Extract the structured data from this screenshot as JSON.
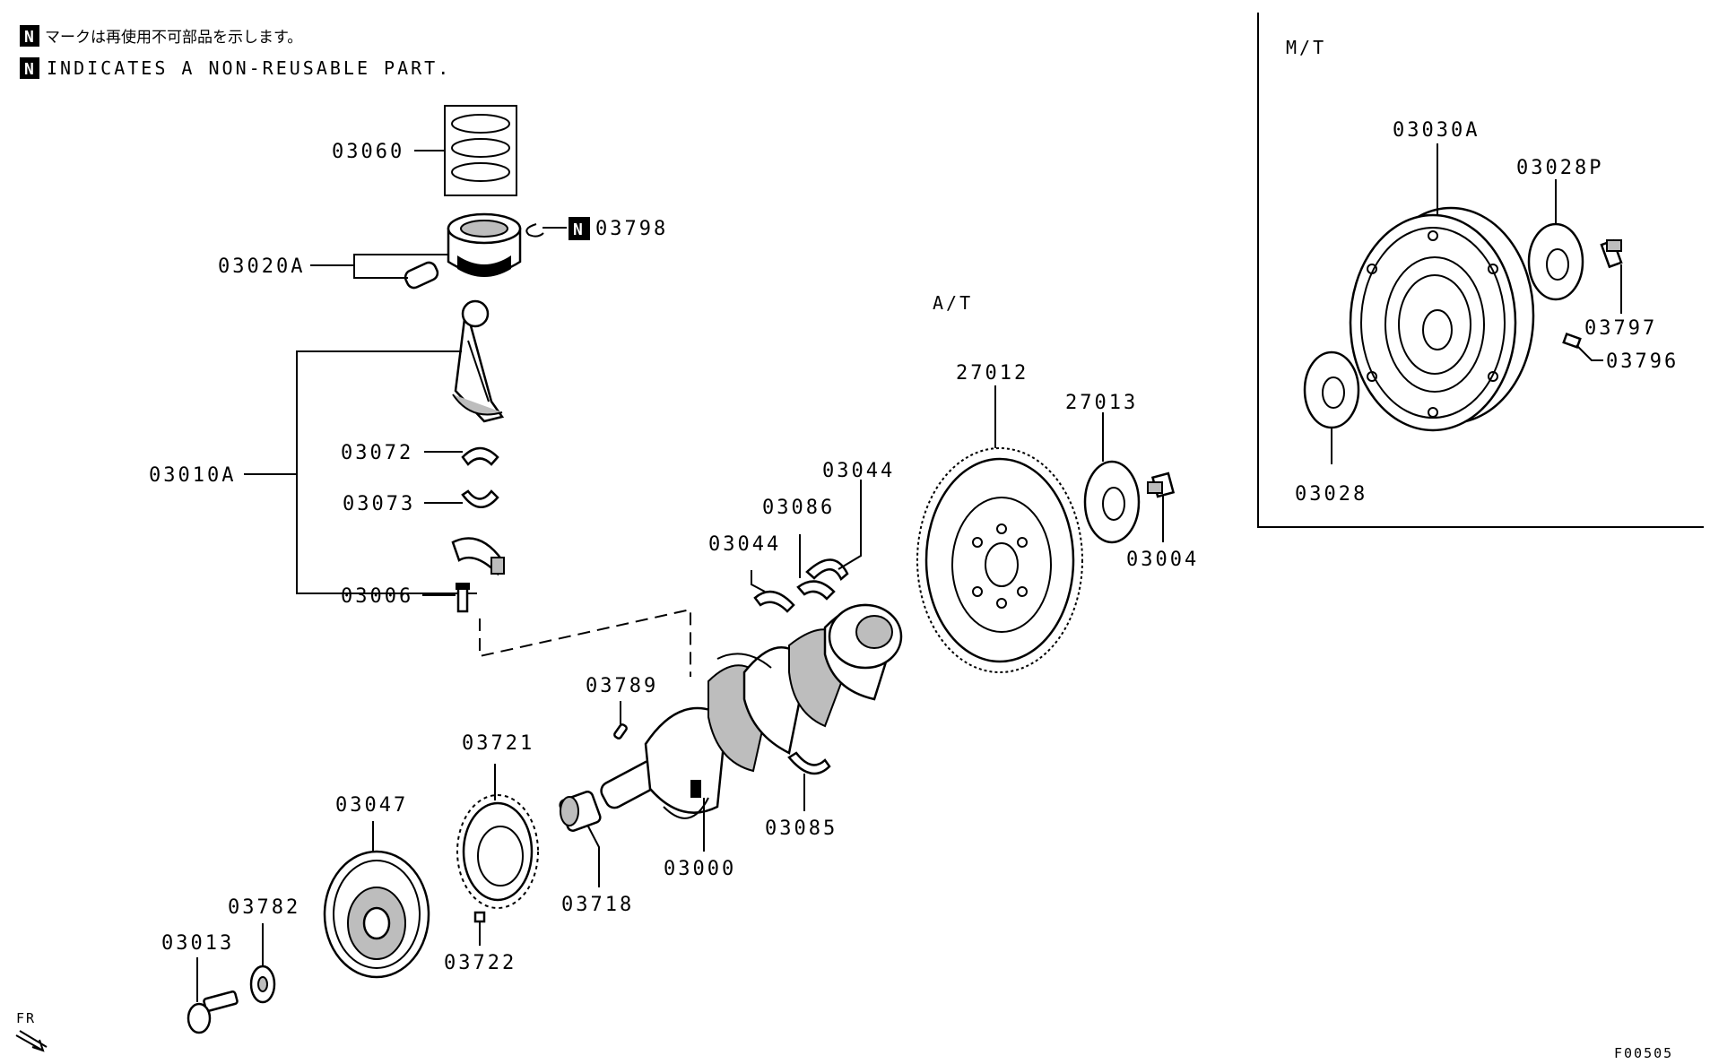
{
  "legend": {
    "badge": "N",
    "note_jp": "マークは再使用不可部品を示します。",
    "note_en": "INDICATES A NON-REUSABLE PART."
  },
  "sections": {
    "at": "A/T",
    "mt": "M/T"
  },
  "parts": {
    "p03060": "03060",
    "p03798": "03798",
    "p03020A": "03020A",
    "p03010A": "03010A",
    "p03072": "03072",
    "p03073": "03073",
    "p03006": "03006",
    "p03044a": "03044",
    "p03044b": "03044",
    "p03086": "03086",
    "p27012": "27012",
    "p27013": "27013",
    "p03004": "03004",
    "p03789": "03789",
    "p03721": "03721",
    "p03047": "03047",
    "p03782": "03782",
    "p03013": "03013",
    "p03722": "03722",
    "p03718": "03718",
    "p03000": "03000",
    "p03085": "03085",
    "p03030A": "03030A",
    "p03028P": "03028P",
    "p03797": "03797",
    "p03796": "03796",
    "p03028": "03028"
  },
  "direction": "FR",
  "figure_code": "F00505"
}
